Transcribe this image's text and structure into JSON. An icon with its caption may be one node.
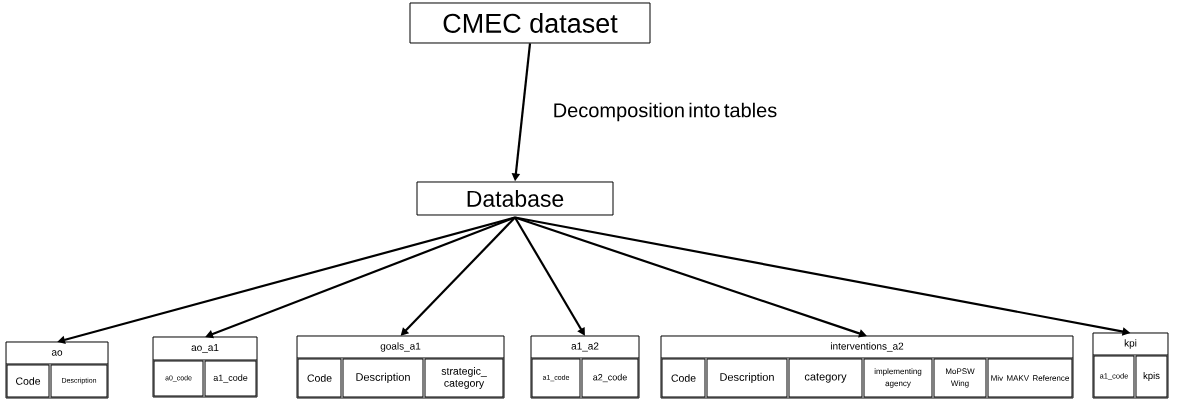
{
  "diagram": {
    "nodes": [
      {
        "text": [
          "CMEC dataset"
        ]
      },
      {
        "text": [
          "Database"
        ]
      },
      {
        "text": [
          "ao"
        ]
      },
      {
        "text": [
          "Code"
        ],
        "in": 2
      },
      {
        "text": [
          "Description"
        ],
        "in": 2
      },
      {
        "text": [
          "ao_a1"
        ]
      },
      {
        "text": [
          "a0_code"
        ],
        "in": 5
      },
      {
        "text": [
          "a1_code"
        ],
        "in": 5
      },
      {
        "text": [
          "goals_a1"
        ]
      },
      {
        "text": [
          "Code"
        ],
        "in": 8
      },
      {
        "text": [
          "Description"
        ],
        "in": 8
      },
      {
        "text": [
          "strategic_ category"
        ],
        "in": 8
      },
      {
        "text": [
          "a1_a2"
        ]
      },
      {
        "text": [
          "a1_code"
        ],
        "in": 12
      },
      {
        "text": [
          "a2_code"
        ],
        "in": 12
      },
      {
        "text": [
          "interventions_a2"
        ]
      },
      {
        "text": [
          "Code"
        ],
        "in": 15
      },
      {
        "text": [
          "Description"
        ],
        "in": 15
      },
      {
        "text": [
          "category"
        ],
        "in": 15
      },
      {
        "text": [
          "implementing agency"
        ],
        "in": 15
      },
      {
        "text": [
          "MoPSW Wing"
        ],
        "in": 15
      },
      {
        "text": [
          "Miv MAKV Reference"
        ],
        "in": 15
      },
      {
        "text": [
          "kpi"
        ]
      },
      {
        "text": [
          "a1_code"
        ],
        "in": 22
      },
      {
        "text": [
          "kpis"
        ],
        "in": 22
      }
    ],
    "edges": [
      {
        "from": 0,
        "to": 1,
        "arrow": "to",
        "label": "Decomposition into tables"
      },
      {
        "from": 1,
        "to": 2,
        "arrow": "to"
      },
      {
        "from": 1,
        "to": 5,
        "arrow": "to"
      },
      {
        "from": 1,
        "to": 8,
        "arrow": "to"
      },
      {
        "from": 1,
        "to": 12,
        "arrow": "to"
      },
      {
        "from": 1,
        "to": 15,
        "arrow": "to"
      },
      {
        "from": 1,
        "to": 22,
        "arrow": "to"
      }
    ]
  }
}
